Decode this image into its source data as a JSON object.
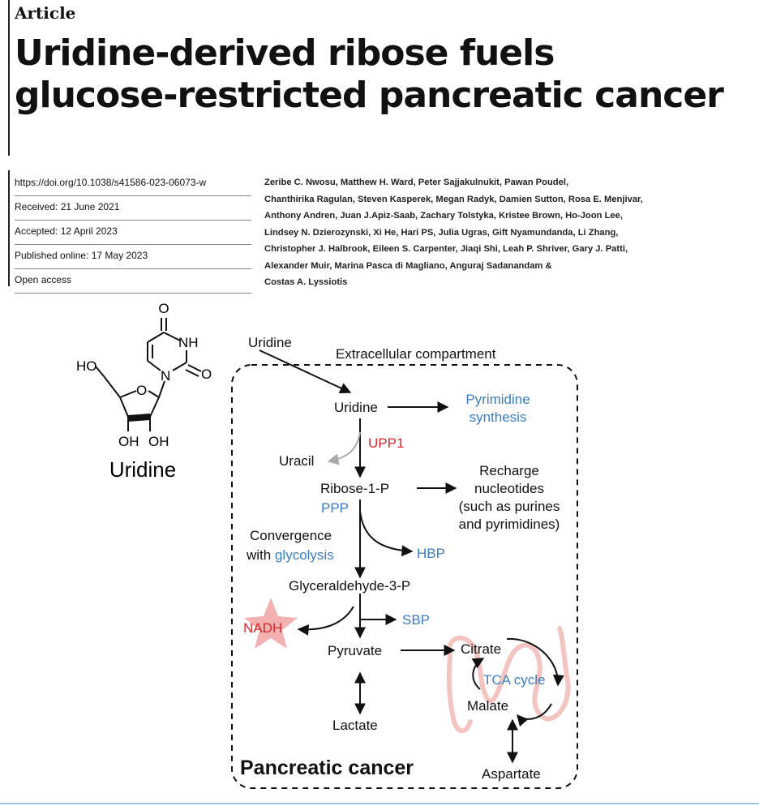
{
  "article_label": "Article",
  "title_line1": "Uridine-derived ribose fuels",
  "title_line2": "glucose-restricted pancreatic cancer",
  "meta": {
    "doi": "https://doi.org/10.1038/s41586-023-06073-w",
    "received": "Received: 21 June 2021",
    "accepted": "Accepted: 12 April 2023",
    "published": "Published online: 17 May 2023",
    "open_access": "Open access"
  },
  "authors": [
    "Zeribe C. Nwosu, Matthew H. Ward, Peter Sajjakulnukit, Pawan Poudel,",
    "Chanthirika Ragulan, Steven Kasperek, Megan Radyk, Damien Sutton, Rosa E. Menjivar,",
    "Anthony Andren, Juan J.Apiz-Saab, Zachary Tolstyka, Kristee Brown, Ho-Joon Lee,",
    "Lindsey N. Dzierozynski, Xi He, Hari PS, Julia Ugras, Gift Nyamundanda, Li Zhang,",
    "Christopher J. Halbrook, Eileen S. Carpenter, Jiaqi Shi, Leah P. Shriver, Gary J. Patti,",
    "Alexander Muir, Marina Pasca di Magliano, Anguraj Sadanandam &",
    "Costas A. Lyssiotis"
  ],
  "structure": {
    "name": "Uridine",
    "atoms": {
      "o_top": "O",
      "nh": "NH",
      "o_right": "O",
      "n": "N",
      "ho": "HO",
      "o_ring": "O",
      "oh1": "OH",
      "oh2": "OH"
    }
  },
  "diagram": {
    "uridine_outside": "Uridine",
    "compartment": "Extracellular compartment",
    "uridine_inside": "Uridine",
    "pyrimidine_1": "Pyrimidine",
    "pyrimidine_2": "synthesis",
    "upp1": "UPP1",
    "uracil": "Uracil",
    "ribose": "Ribose-1-P",
    "recharge_1": "Recharge",
    "recharge_2": "nucleotides",
    "recharge_3": "(such as purines",
    "recharge_4": "and pyrimidines)",
    "ppp": "PPP",
    "convergence_1": "Convergence",
    "convergence_2": "with ",
    "glycolysis": "glycolysis",
    "hbp": "HBP",
    "g3p": "Glyceraldehyde-3-P",
    "nadh": "NADH",
    "sbp": "SBP",
    "pyruvate": "Pyruvate",
    "citrate": "Citrate",
    "tca": "TCA cycle",
    "malate": "Malate",
    "lactate": "Lactate",
    "pancreatic": "Pancreatic cancer",
    "aspartate": "Aspartate",
    "colors": {
      "blue": "#3b7dc4",
      "red": "#d9262a",
      "star": "#f2a3a3",
      "mito": "#f4c4c0"
    }
  }
}
